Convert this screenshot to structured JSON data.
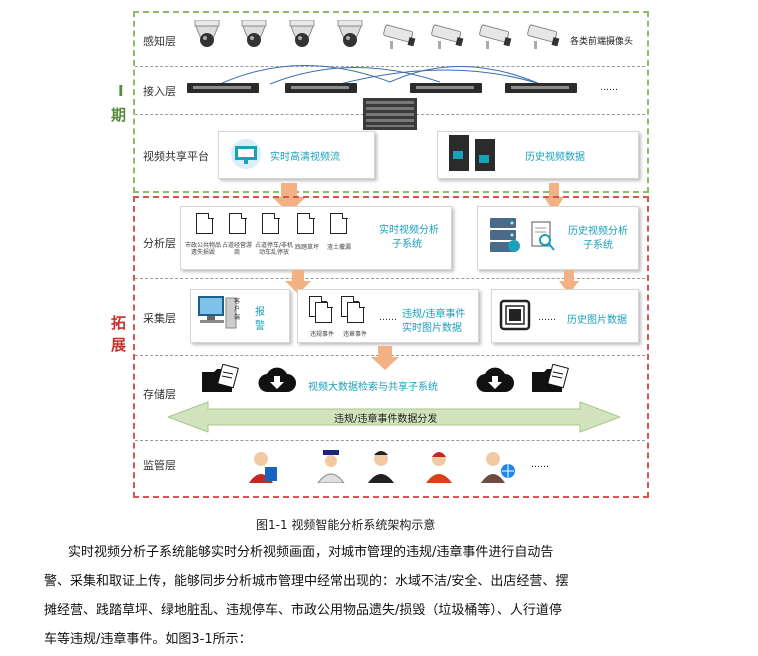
{
  "layers": {
    "perception": "感知层",
    "access": "接入层",
    "sharing": "视频共享平台",
    "analysis": "分析层",
    "collection": "采集层",
    "storage": "存储层",
    "supervision": "监管层"
  },
  "phases": {
    "phase1_a": "I",
    "phase1_b": "期",
    "expand_a": "拓",
    "expand_b": "展"
  },
  "perception": {
    "cameras_label": "各类前端摄像头"
  },
  "access": {
    "ellipsis": "……"
  },
  "sharing": {
    "realtime_stream": "实时高清视频流",
    "history_video": "历史视频数据"
  },
  "analysis": {
    "docs": [
      "市政公共物品遗失损毁",
      "占道经营游商",
      "占道停车/非机动车乱停放",
      "践踏草坪",
      "渣土撒漏"
    ],
    "realtime_system_line1": "实时视频分析",
    "realtime_system_line2": "子系统",
    "history_system_line1": "历史视频分析",
    "history_system_line2": "子系统"
  },
  "collection": {
    "client_label": "客户端",
    "alarm_line1": "报",
    "alarm_line2": "警",
    "doc1": "违规事件",
    "doc2": "违章事件",
    "ellipsis": "……",
    "events_line1": "违规/违章事件",
    "events_line2": "实时图片数据",
    "history_images": "历史图片数据"
  },
  "storage": {
    "system": "视频大数据检索与共享子系统",
    "distribution": "违规/违章事件数据分发"
  },
  "supervision": {
    "ellipsis": "……"
  },
  "figure_caption": "图1-1 视频智能分析系统架构示意",
  "paragraph": [
    "实时视频分析子系统能够实时分析视频画面，对城市管理的违规/违章事件进行自动告",
    "警、采集和取证上传，能够同步分析城市管理中经常出现的：水域不洁/安全、出店经营、摆",
    "摊经营、践踏草坪、绿地脏乱、违规停车、市政公用物品遗失/损毁（垃圾桶等）、人行道停",
    "车等违规/违章事件。如图3-1所示："
  ],
  "colors": {
    "phase1": "#5a8a3c",
    "expand": "#c9302c",
    "accent": "#1aa0b8",
    "arrow": "#f4b183"
  }
}
